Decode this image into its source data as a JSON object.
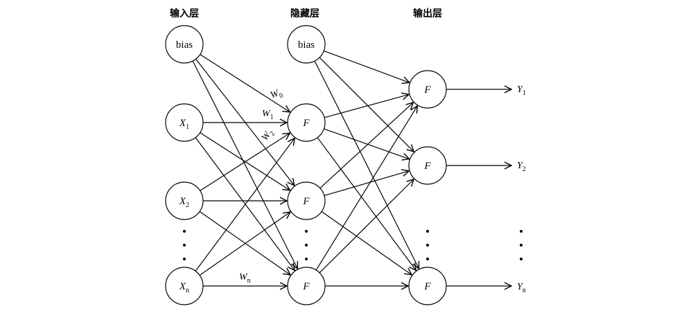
{
  "layer_titles": {
    "input": "输入层",
    "hidden": "隐藏层",
    "output": "输出层"
  },
  "input_nodes": [
    {
      "id": "in-bias",
      "label": "bias",
      "sub": ""
    },
    {
      "id": "in-x1",
      "label": "X",
      "sub": "1"
    },
    {
      "id": "in-x2",
      "label": "X",
      "sub": "2"
    },
    {
      "id": "in-xn",
      "label": "X",
      "sub": "n"
    }
  ],
  "hidden_nodes": [
    {
      "id": "hid-bias",
      "label": "bias"
    },
    {
      "id": "hid-f1",
      "label": "F"
    },
    {
      "id": "hid-f2",
      "label": "F"
    },
    {
      "id": "hid-fn",
      "label": "F"
    }
  ],
  "output_nodes": [
    {
      "id": "out-f1",
      "label": "F"
    },
    {
      "id": "out-f2",
      "label": "F"
    },
    {
      "id": "out-fn",
      "label": "F"
    }
  ],
  "outputs": [
    {
      "label": "Y",
      "sub": "1"
    },
    {
      "label": "Y",
      "sub": "2"
    },
    {
      "label": "Y",
      "sub": "n"
    }
  ],
  "weights": [
    {
      "label": "W",
      "sub": "0"
    },
    {
      "label": "W",
      "sub": "1"
    },
    {
      "label": "W",
      "sub": "2"
    },
    {
      "label": "W",
      "sub": "n"
    }
  ],
  "edges": [
    [
      "in-bias",
      "hid-f1"
    ],
    [
      "in-bias",
      "hid-f2"
    ],
    [
      "in-bias",
      "hid-fn"
    ],
    [
      "in-x1",
      "hid-f1"
    ],
    [
      "in-x1",
      "hid-f2"
    ],
    [
      "in-x1",
      "hid-fn"
    ],
    [
      "in-x2",
      "hid-f1"
    ],
    [
      "in-x2",
      "hid-f2"
    ],
    [
      "in-x2",
      "hid-fn"
    ],
    [
      "in-xn",
      "hid-f1"
    ],
    [
      "in-xn",
      "hid-f2"
    ],
    [
      "in-xn",
      "hid-fn"
    ],
    [
      "hid-bias",
      "out-f1"
    ],
    [
      "hid-bias",
      "out-f2"
    ],
    [
      "hid-bias",
      "out-fn"
    ],
    [
      "hid-f1",
      "out-f1"
    ],
    [
      "hid-f1",
      "out-f2"
    ],
    [
      "hid-f1",
      "out-fn"
    ],
    [
      "hid-f2",
      "out-f1"
    ],
    [
      "hid-f2",
      "out-f2"
    ],
    [
      "hid-f2",
      "out-fn"
    ],
    [
      "hid-fn",
      "out-f1"
    ],
    [
      "hid-fn",
      "out-f2"
    ],
    [
      "hid-fn",
      "out-fn"
    ]
  ]
}
